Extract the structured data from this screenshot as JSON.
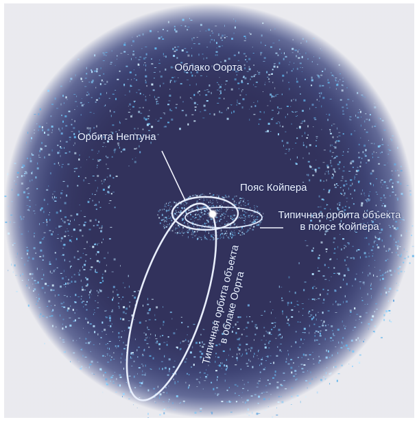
{
  "labels": {
    "oort_cloud": "Облако Оорта",
    "neptune_orbit": "Орбита Нептуна",
    "kuiper_belt": "Пояс Койпера",
    "kuiper_object_orbit_line1": "Типичная орбита объекта",
    "kuiper_object_orbit_line2": "в поясе Койпера",
    "oort_object_orbit_line1": "Типичная орбита объекта",
    "oort_object_orbit_line2": "в облаке Оорта"
  },
  "colors": {
    "background": "#32325c",
    "particles": "#7ec8f5",
    "orbit_lines": "#e8eefc",
    "sun": "#ffffff"
  }
}
